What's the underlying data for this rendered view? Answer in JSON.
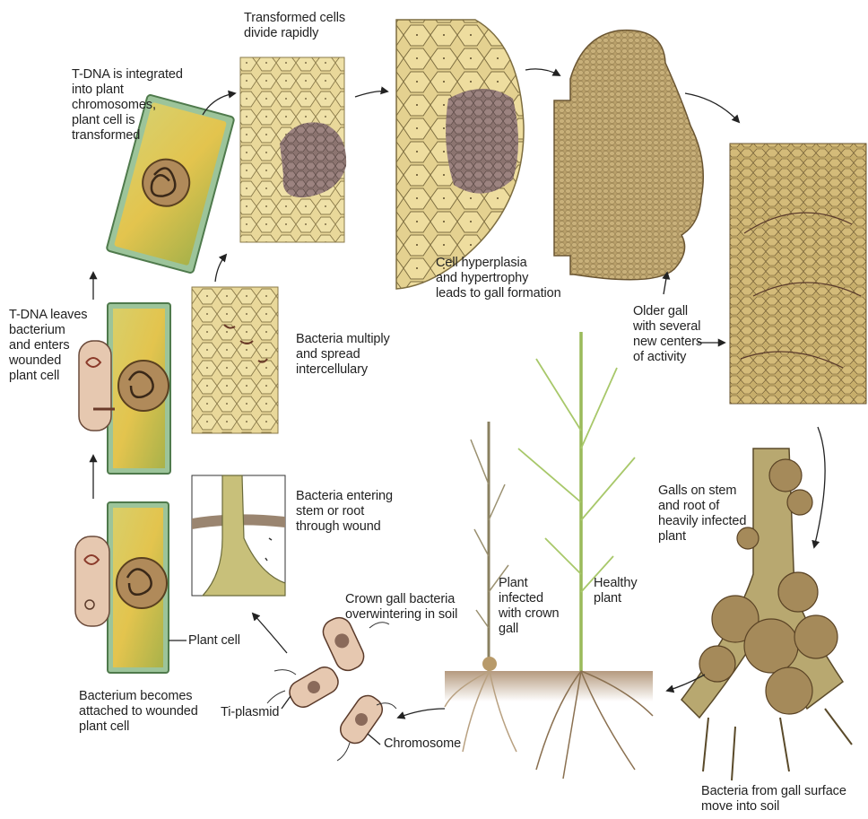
{
  "labels": {
    "transformed_cells": "Transformed cells\ndivide rapidly",
    "tdna_integrated": "T-DNA is integrated\ninto plant\nchromosomes,\nplant cell is\ntransformed",
    "tdna_leaves": "T-DNA leaves\nbacterium\nand enters\nwounded\nplant cell",
    "bacteria_multiply": "Bacteria multiply\nand spread\nintercellulary",
    "hyperplasia": "Cell hyperplasia\nand hypertrophy\nleads to gall formation",
    "older_gall": "Older gall\nwith several\nnew centers\nof activity",
    "galls_on_stem": "Galls on stem\nand root of\nheavily infected\nplant",
    "bacteria_entering": "Bacteria entering\nstem or root\nthrough wound",
    "crown_gall_bacteria": "Crown gall bacteria\noverwintering in soil",
    "plant_infected": "Plant\ninfected\nwith crown\ngall",
    "healthy_plant": "Healthy\nplant",
    "plant_cell": "Plant cell",
    "bacterium_attached": "Bacterium becomes\nattached to wounded\nplant cell",
    "ti_plasmid": "Ti-plasmid",
    "chromosome": "Chromosome",
    "bacteria_from_gall": "Bacteria from gall surface\nmove into soil"
  }
}
